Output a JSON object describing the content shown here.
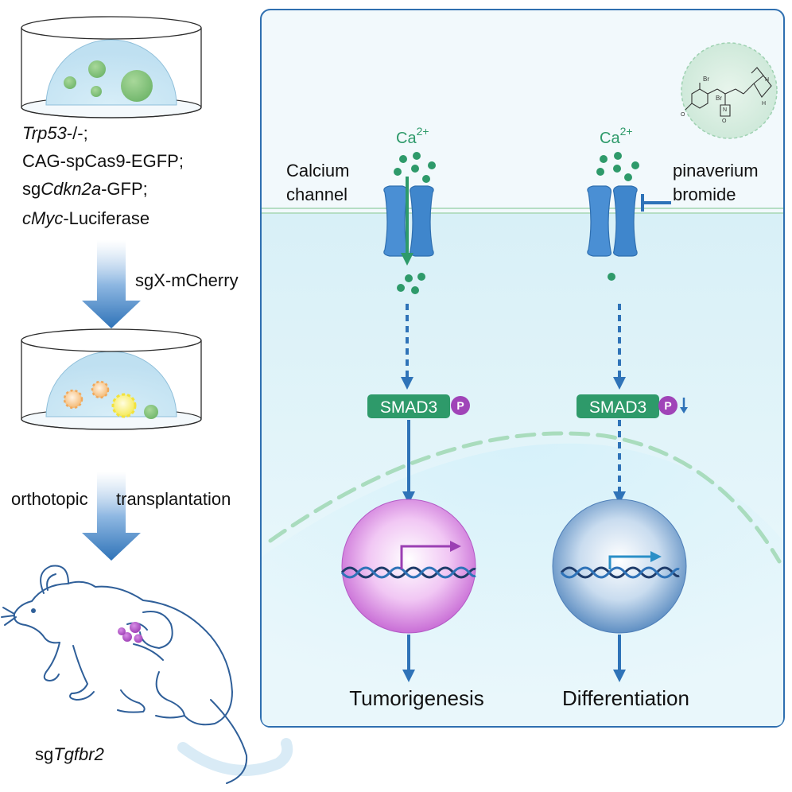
{
  "colors": {
    "panel_border": "#2f6fb0",
    "cell_fill": "#e3f6fa",
    "calcium": "#2e9a6a",
    "channel": "#3f86cc",
    "arrow_blue": "#2f73b8",
    "smad_fill": "#2e9a6a",
    "phospho": "#a044b8",
    "tumor_arrow": "#9b3fb3",
    "diff_arrow": "#2a8fc7"
  },
  "left": {
    "genotype": [
      {
        "italic": "Trp53",
        "plain": "-/-;",
        "plain_first": false
      },
      {
        "italic": "",
        "plain": "CAG-spCas9-EGFP;",
        "plain_first": false
      },
      {
        "prefix": "sg",
        "italic": "Cdkn2a",
        "plain": "-GFP;"
      },
      {
        "italic": "cMyc",
        "plain": "-Luciferase",
        "plain_first": false
      }
    ],
    "step1_label": "sgX-mCherry",
    "step2_left": "orthotopic",
    "step2_right": "transplantation",
    "mouse_prefix": "sg",
    "mouse_italic": "Tgfbr2"
  },
  "panel": {
    "channel_label_1": "Calcium",
    "channel_label_2": "channel",
    "ion": "Ca",
    "ion_charge": "2+",
    "drug_1": "pinaverium",
    "drug_2": "bromide",
    "smad": "SMAD3",
    "phospho": "P",
    "outcome_left": "Tumorigenesis",
    "outcome_right": "Differentiation",
    "molecule_labels": [
      "Br",
      "Br",
      "N",
      "O",
      "O",
      "H",
      "H"
    ]
  },
  "icons": [
    "petri-dish-icon",
    "mouse-icon",
    "dna-icon",
    "ion-channel-icon",
    "molecule-icon",
    "down-arrow-icon"
  ]
}
